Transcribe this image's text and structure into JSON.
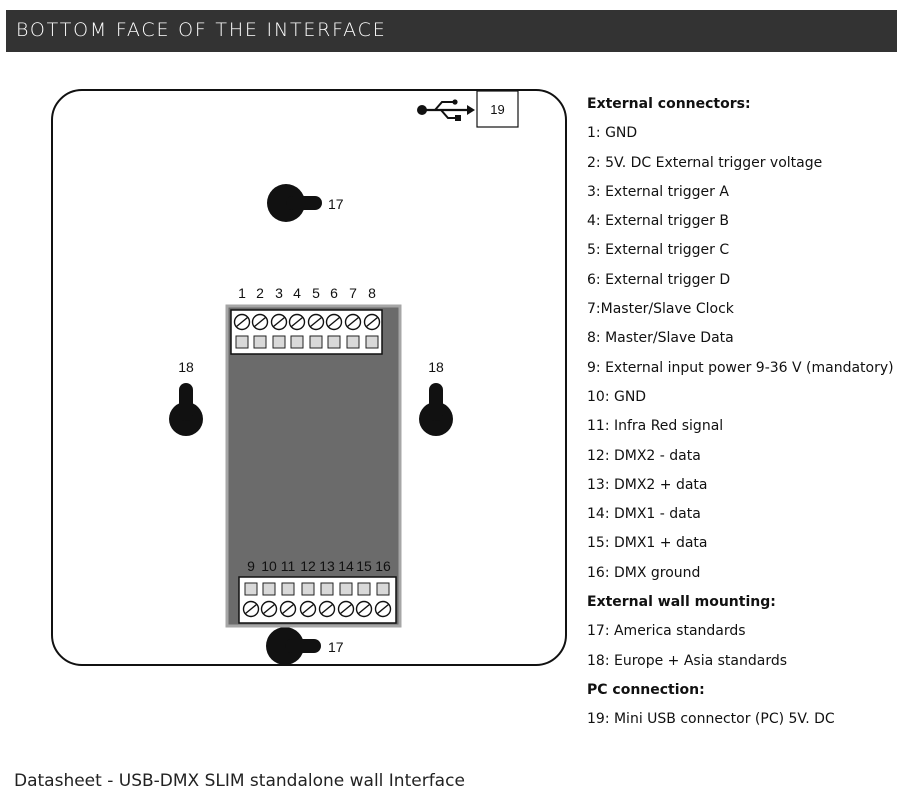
{
  "header": {
    "title": "BOTTOM FACE OF THE INTERFACE"
  },
  "diagram": {
    "usb_callout": "19",
    "keyhole_top_label": "17",
    "keyhole_bottom_label": "17",
    "keyhole_left_label": "18",
    "keyhole_right_label": "18",
    "top_terminal_numbers": [
      "1",
      "2",
      "3",
      "4",
      "5",
      "6",
      "7",
      "8"
    ],
    "bottom_terminal_numbers": [
      "9",
      "10",
      "11",
      "12",
      "13",
      "14",
      "15",
      "16"
    ],
    "usb_icon": "usb-icon"
  },
  "legend": {
    "lines": [
      {
        "text": "External connectors:",
        "heading": true
      },
      {
        "text": "1: GND"
      },
      {
        "text": "2: 5V. DC External trigger voltage"
      },
      {
        "text": "3: External trigger A"
      },
      {
        "text": "4: External trigger B"
      },
      {
        "text": "5: External trigger C"
      },
      {
        "text": "6: External trigger D"
      },
      {
        "text": "7:Master/Slave Clock"
      },
      {
        "text": "8: Master/Slave Data"
      },
      {
        "text": "9: External input power 9-36 V (mandatory)"
      },
      {
        "text": "10: GND"
      },
      {
        "text": "11: Infra Red signal"
      },
      {
        "text": "12: DMX2 - data"
      },
      {
        "text": "13: DMX2 + data"
      },
      {
        "text": "14: DMX1 - data"
      },
      {
        "text": "15: DMX1 + data"
      },
      {
        "text": "16: DMX ground"
      },
      {
        "text": "External wall mounting:",
        "heading": true
      },
      {
        "text": "17: America standards"
      },
      {
        "text": "18: Europe + Asia standards"
      },
      {
        "text": "PC connection:",
        "heading": true
      },
      {
        "text": "19: Mini USB connector (PC) 5V. DC"
      }
    ]
  },
  "footer": {
    "text": "Datasheet - USB-DMX SLIM standalone wall Interface"
  },
  "colors": {
    "header_bg": "#333333",
    "panel_fill": "#6b6b6b",
    "panel_border": "#a6a6a6"
  }
}
